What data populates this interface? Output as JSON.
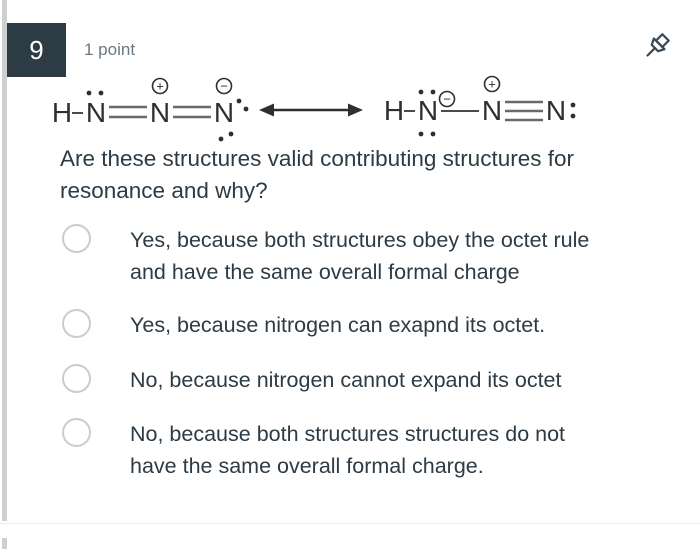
{
  "header": {
    "question_number": "9",
    "points_label": "1 point"
  },
  "molecule": {
    "resonance_arrow": "double-headed arrow",
    "left_structure": {
      "formula_note": "H-N(lone pair top)=N(+)=N(-)(lone pairs right and bottom)",
      "atoms": [
        "H",
        "N",
        "N",
        "N"
      ],
      "bond_types": [
        "single",
        "double",
        "double"
      ],
      "charges": {
        "n2": "+",
        "n3": "−"
      },
      "lone_pairs": {
        "n1": "top",
        "n3": "right, bottom"
      }
    },
    "right_structure": {
      "formula_note": "H-N(-)(lone pairs top and bottom)-N(+)#N(lone pair right)",
      "atoms": [
        "H",
        "N",
        "N",
        "N"
      ],
      "bond_types": [
        "single",
        "single",
        "triple"
      ],
      "charges": {
        "n1": "−",
        "n2": "+"
      },
      "lone_pairs": {
        "n1": "top, bottom",
        "n3": "right"
      }
    }
  },
  "question": {
    "text": "Are these structures valid contributing structures for resonance and why?"
  },
  "options": [
    {
      "line1": "Yes, because both structures obey the octet rule",
      "line2": "and have the same overall formal charge",
      "selected": false
    },
    {
      "line1": "Yes, because nitrogen can exapnd its octet.",
      "line2": "",
      "selected": false
    },
    {
      "line1": "No, because nitrogen cannot expand its octet",
      "line2": "",
      "selected": false
    },
    {
      "line1": "No, because both structures structures do not",
      "line2": "have the same overall formal charge.",
      "selected": false
    }
  ],
  "colors": {
    "badge_bg": "#2d3b45",
    "text_dark": "#2d3b45",
    "points_gray": "#6b7780",
    "radio_border": "#c7cdd1",
    "strip_gray": "#cdd0d3"
  }
}
